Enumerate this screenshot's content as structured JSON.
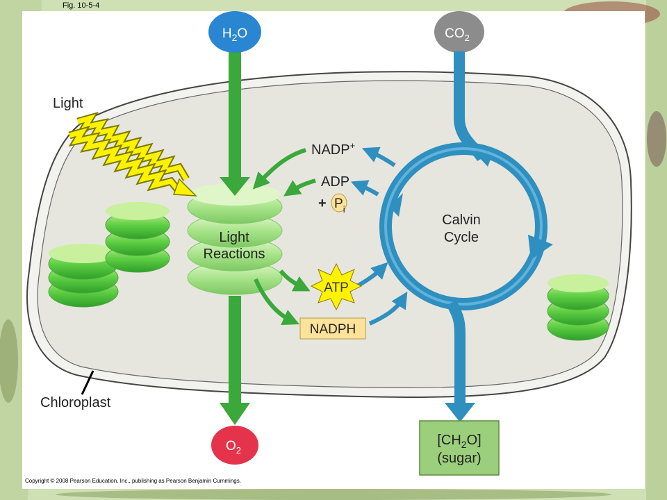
{
  "figure_label": "Fig. 10-5-4",
  "copyright": "Copyright © 2008 Pearson Education, Inc., publishing as Pearson Benjamin Cummings.",
  "inputs": {
    "water": {
      "main": "H",
      "sub": "2",
      "tail": "O"
    },
    "co2": {
      "main": "CO",
      "sub": "2"
    }
  },
  "labels": {
    "light": "Light",
    "chloroplast": "Chloroplast",
    "light_reactions_line1": "Light",
    "light_reactions_line2": "Reactions",
    "calvin_line1": "Calvin",
    "calvin_line2": "Cycle",
    "nadp": {
      "main": "NADP",
      "sup": "+"
    },
    "adp": "ADP",
    "plus": "+",
    "pi": {
      "main": "P",
      "sub": "i"
    },
    "atp": "ATP",
    "nadph": "NADPH"
  },
  "outputs": {
    "oxygen": {
      "main": "O",
      "sub": "2"
    },
    "sugar_line1": {
      "pre": "[CH",
      "sub": "2",
      "post": "O]"
    },
    "sugar_line2": "(sugar)"
  },
  "colors": {
    "green_arrow": "#3aa83a",
    "blue_cycle": "#2f8fbf",
    "water_circle": "#2a86d1",
    "co2_circle": "#8c8c8c",
    "oxygen_circle": "#e5334b",
    "sugar_box": "#9ccf7c",
    "nadph_box": "#fde29a",
    "atp_star": "#fff200",
    "light_bolt": "#fff200",
    "chloroplast_fill": "#e6e6df"
  }
}
